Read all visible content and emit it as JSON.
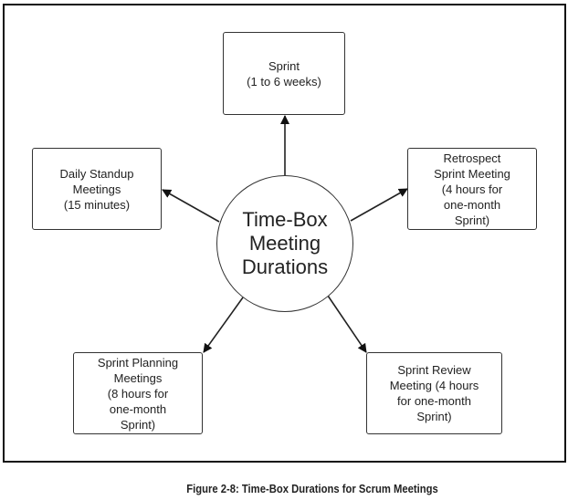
{
  "center": {
    "label": "Time-Box\nMeeting\nDurations"
  },
  "nodes": [
    {
      "id": "sprint",
      "label": "Sprint\n(1 to 6 weeks)"
    },
    {
      "id": "daily-standup",
      "label": "Daily Standup\nMeetings\n(15 minutes)"
    },
    {
      "id": "retrospect",
      "label": "Retrospect\nSprint Meeting\n(4 hours for\none-month\nSprint)"
    },
    {
      "id": "sprint-planning",
      "label": "Sprint Planning\nMeetings\n(8 hours for\none-month\nSprint)"
    },
    {
      "id": "sprint-review",
      "label": "Sprint Review\nMeeting (4 hours\nfor one-month\nSprint)"
    }
  ],
  "caption": "Figure 2-8: Time-Box Durations for Scrum Meetings"
}
